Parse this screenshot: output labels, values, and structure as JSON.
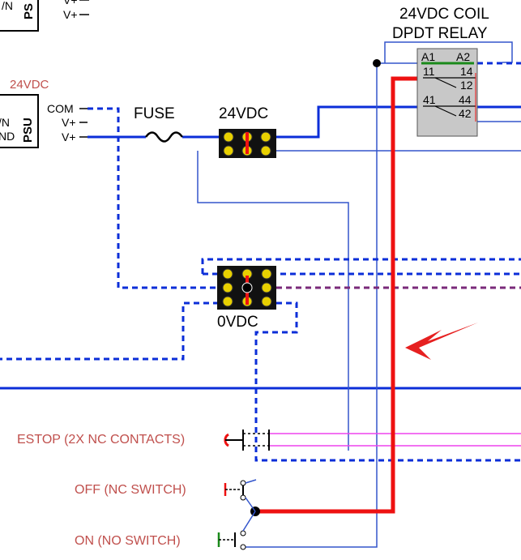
{
  "relay": {
    "title_line1": "24VDC COIL",
    "title_line2": "DPDT RELAY",
    "terminals": {
      "a1": "A1",
      "a2": "A2",
      "t11": "11",
      "t14": "14",
      "t12": "12",
      "t41": "41",
      "t44": "44",
      "t42": "42"
    }
  },
  "psu_top": {
    "label": "PS",
    "line1": "V+",
    "line2": "V+",
    "left1": "/N"
  },
  "psu_main": {
    "voltage": "24VDC",
    "label": "PSU",
    "com": "COM",
    "vplus1": "V+",
    "vplus2": "V+",
    "left1": "/N",
    "left2": "ND"
  },
  "fuse_label": "FUSE",
  "terminal_block_24v": "24VDC",
  "terminal_block_0v": "0VDC",
  "switches": {
    "estop": "ESTOP (2X NC CONTACTS)",
    "off": "OFF (NC SWITCH)",
    "on": "ON (NO SWITCH)"
  },
  "colors": {
    "power_blue": "#0b2ed8",
    "signal_blue": "#3355cc",
    "relay_red": "#ee1111",
    "magenta": "#ee44ee",
    "purple": "#7a2a7a",
    "label_red": "#c0504d",
    "relay_grey": "#c8c8c8",
    "terminal_yellow": "#e8d000"
  }
}
